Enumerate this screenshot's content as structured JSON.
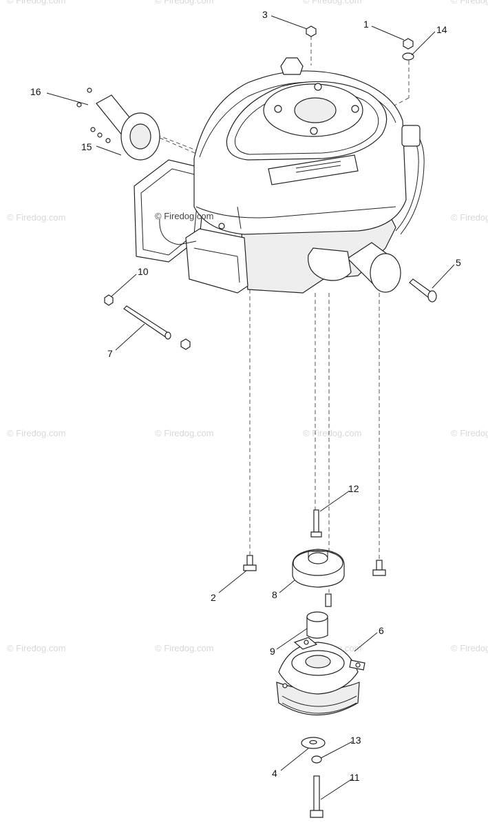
{
  "watermark": "© Firedog.com",
  "callouts": [
    {
      "id": "1",
      "label": "1"
    },
    {
      "id": "2",
      "label": "2"
    },
    {
      "id": "3",
      "label": "3"
    },
    {
      "id": "4",
      "label": "4"
    },
    {
      "id": "5",
      "label": "5"
    },
    {
      "id": "6",
      "label": "6"
    },
    {
      "id": "7",
      "label": "7"
    },
    {
      "id": "8",
      "label": "8"
    },
    {
      "id": "9",
      "label": "9"
    },
    {
      "id": "10",
      "label": "10"
    },
    {
      "id": "11",
      "label": "11"
    },
    {
      "id": "12",
      "label": "12"
    },
    {
      "id": "13",
      "label": "13"
    },
    {
      "id": "14",
      "label": "14"
    },
    {
      "id": "15",
      "label": "15"
    },
    {
      "id": "16",
      "label": "16"
    }
  ]
}
